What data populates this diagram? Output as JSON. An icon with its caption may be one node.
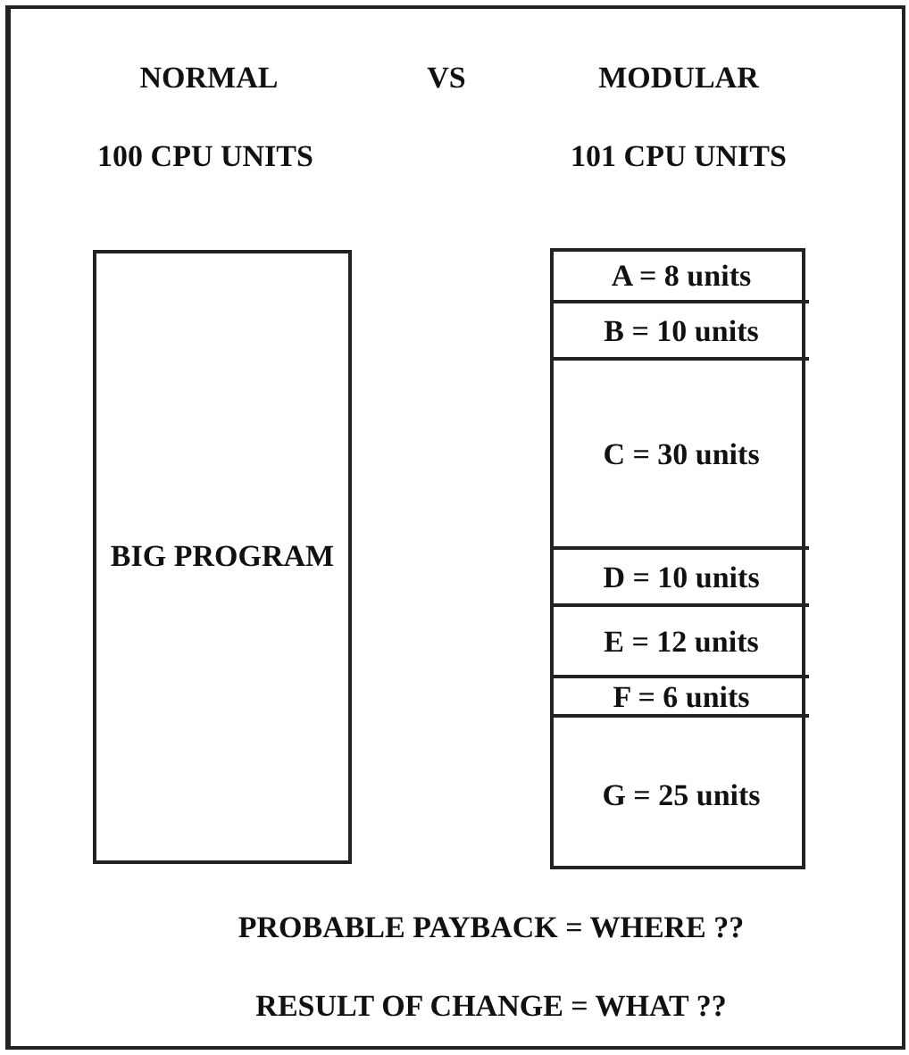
{
  "diagram": {
    "nodes": [
      {
        "text": [
          "BIG PROGRAM"
        ]
      },
      {
        "text": [],
        "shape": "box"
      },
      {
        "text": [
          "A = 8 units"
        ],
        "in": 1
      },
      {
        "text": [
          "B = 10 units"
        ],
        "in": 1
      },
      {
        "text": [
          "C = 30 units"
        ],
        "in": 1
      },
      {
        "text": [
          "D = 10 units"
        ],
        "in": 1
      },
      {
        "text": [
          "E = 12 units"
        ],
        "in": 1
      },
      {
        "text": [
          "F = 6 units"
        ],
        "in": 1
      },
      {
        "text": [
          "G = 25 units"
        ],
        "in": 1
      }
    ],
    "labels": [
      "NORMAL",
      "VS",
      "MODULAR",
      "100 CPU UNITS",
      "101 CPU UNITS",
      "PROBABLE PAYBACK = WHERE ??",
      "RESULT OF CHANGE = WHAT ??"
    ]
  }
}
